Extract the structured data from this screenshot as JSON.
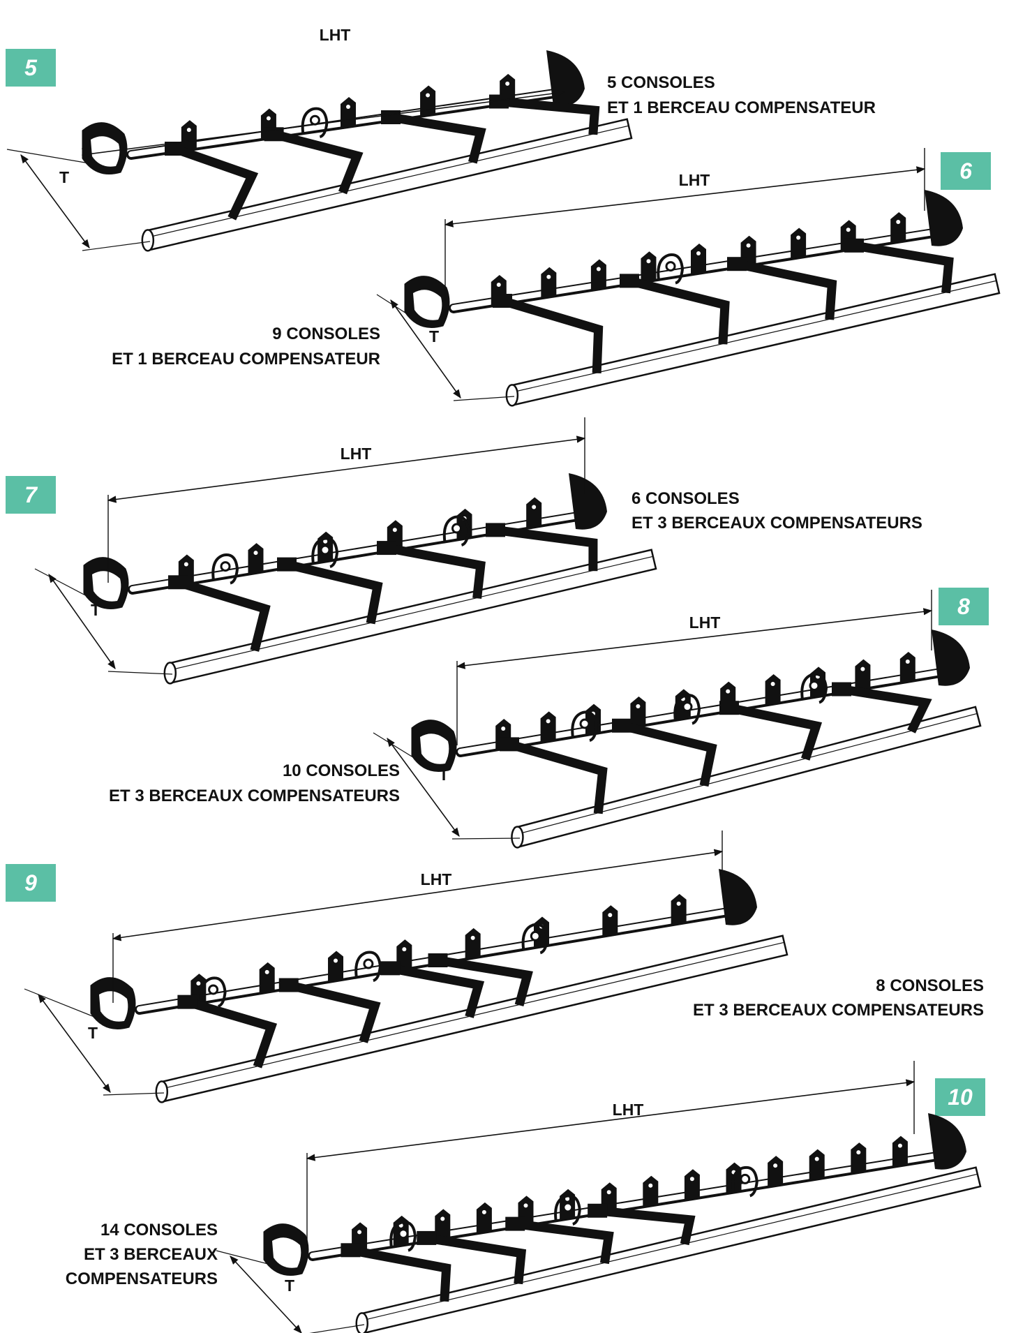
{
  "colors": {
    "badge": "#5bbfa5",
    "ink": "#111111",
    "rail_fill": "#ffffff"
  },
  "labels": {
    "length": "LHT",
    "depth": "T"
  },
  "figures": [
    {
      "number": "5",
      "caption": [
        "5 CONSOLES",
        "ET 1 BERCEAU COMPENSATEUR"
      ],
      "consoles": 5,
      "cradles": 1
    },
    {
      "number": "6",
      "caption": [
        "9 CONSOLES",
        "ET 1 BERCEAU COMPENSATEUR"
      ],
      "consoles": 9,
      "cradles": 1
    },
    {
      "number": "7",
      "caption": [
        "6 CONSOLES",
        "ET 3 BERCEAUX COMPENSATEURS"
      ],
      "consoles": 6,
      "cradles": 3
    },
    {
      "number": "8",
      "caption": [
        "10 CONSOLES",
        "ET 3 BERCEAUX COMPENSATEURS"
      ],
      "consoles": 10,
      "cradles": 3
    },
    {
      "number": "9",
      "caption": [
        "8 CONSOLES",
        "ET 3 BERCEAUX COMPENSATEURS"
      ],
      "consoles": 8,
      "cradles": 3
    },
    {
      "number": "10",
      "caption": [
        "14 CONSOLES",
        "ET 3 BERCEAUX",
        "COMPENSATEURS"
      ],
      "consoles": 14,
      "cradles": 3
    }
  ]
}
